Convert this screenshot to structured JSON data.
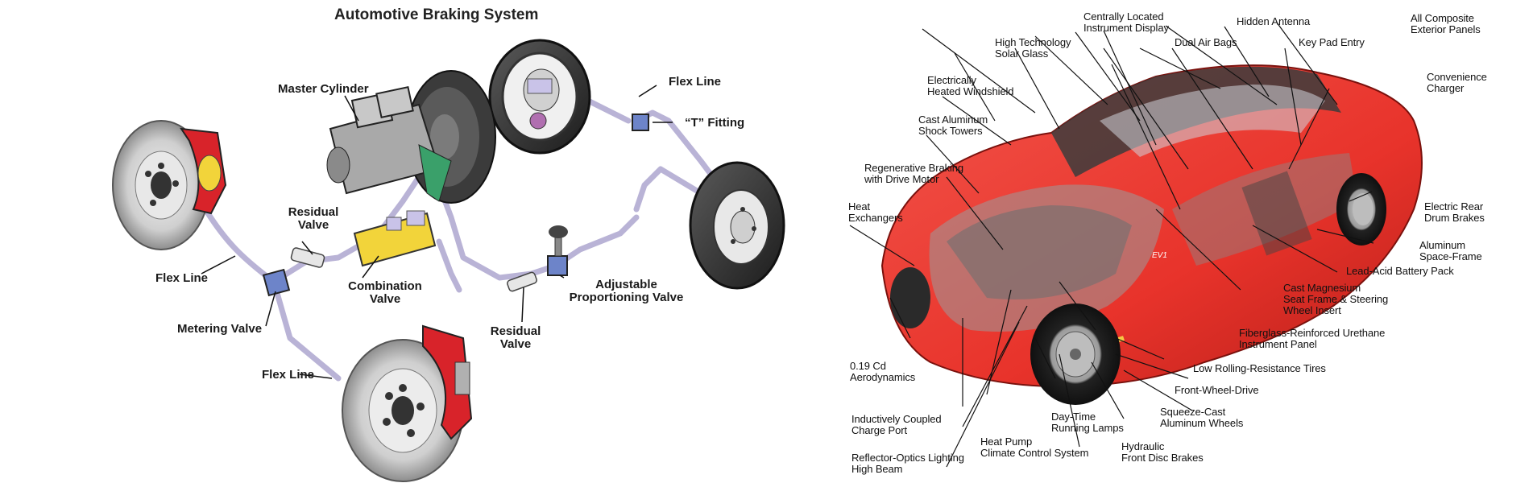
{
  "braking_diagram": {
    "title": "Automotive Braking System",
    "labels": {
      "master_cylinder": "Master Cylinder",
      "flex_line_top": "Flex Line",
      "t_fitting": "“T” Fitting",
      "residual_valve_left": "Residual\nValve",
      "flex_line_left": "Flex Line",
      "combination_valve": "Combination\nValve",
      "metering_valve": "Metering Valve",
      "flex_line_bottom": "Flex Line",
      "adjustable_proportioning_valve": "Adjustable\nProportioning Valve",
      "residual_valve_right": "Residual\nValve"
    }
  },
  "ev_cutaway": {
    "labels": {
      "centrally_located_display": "Centrally Located\nInstrument Display",
      "hidden_antenna": "Hidden Antenna",
      "all_composite_panels": "All Composite\nExterior Panels",
      "high_tech_solar_glass": "High Technology\nSolar Glass",
      "dual_air_bags": "Dual Air Bags",
      "key_pad_entry": "Key Pad Entry",
      "heated_windshield": "Electrically\nHeated Windshield",
      "convenience_charger": "Convenience\nCharger",
      "shock_towers": "Cast Aluminum\nShock Towers",
      "regenerative_braking": "Regenerative Braking\nwith Drive Motor",
      "heat_exchangers": "Heat\nExchangers",
      "electric_rear_drum_brakes": "Electric Rear\nDrum Brakes",
      "aluminum_space_frame": "Aluminum\nSpace-Frame",
      "lead_acid_battery": "Lead-Acid Battery Pack",
      "magnesium_seat_frame": "Cast Magnesium\nSeat Frame & Steering\nWheel Insert",
      "fiberglass_panel": "Fiberglass-Reinforced Urethane\nInstrument Panel",
      "aerodynamics": "0.19 Cd\nAerodynamics",
      "low_rolling_tires": "Low Rolling-Resistance Tires",
      "front_wheel_drive": "Front-Wheel-Drive",
      "inductive_charge_port": "Inductively Coupled\nCharge Port",
      "day_time_lamps": "Day-Time\nRunning Lamps",
      "squeeze_cast_wheels": "Squeeze-Cast\nAluminum Wheels",
      "heat_pump": "Heat Pump\nClimate Control System",
      "hydraulic_disc_brakes": "Hydraulic\nFront Disc Brakes",
      "reflector_optics": "Reflector-Optics Lighting\nHigh Beam",
      "badge": "EV1"
    }
  },
  "colors": {
    "caliper_red": "#d8232a",
    "valve_yellow": "#f2d43a",
    "brake_line": "#b9b3d6",
    "car_red": "#e8332b",
    "leader_line": "#111111"
  }
}
